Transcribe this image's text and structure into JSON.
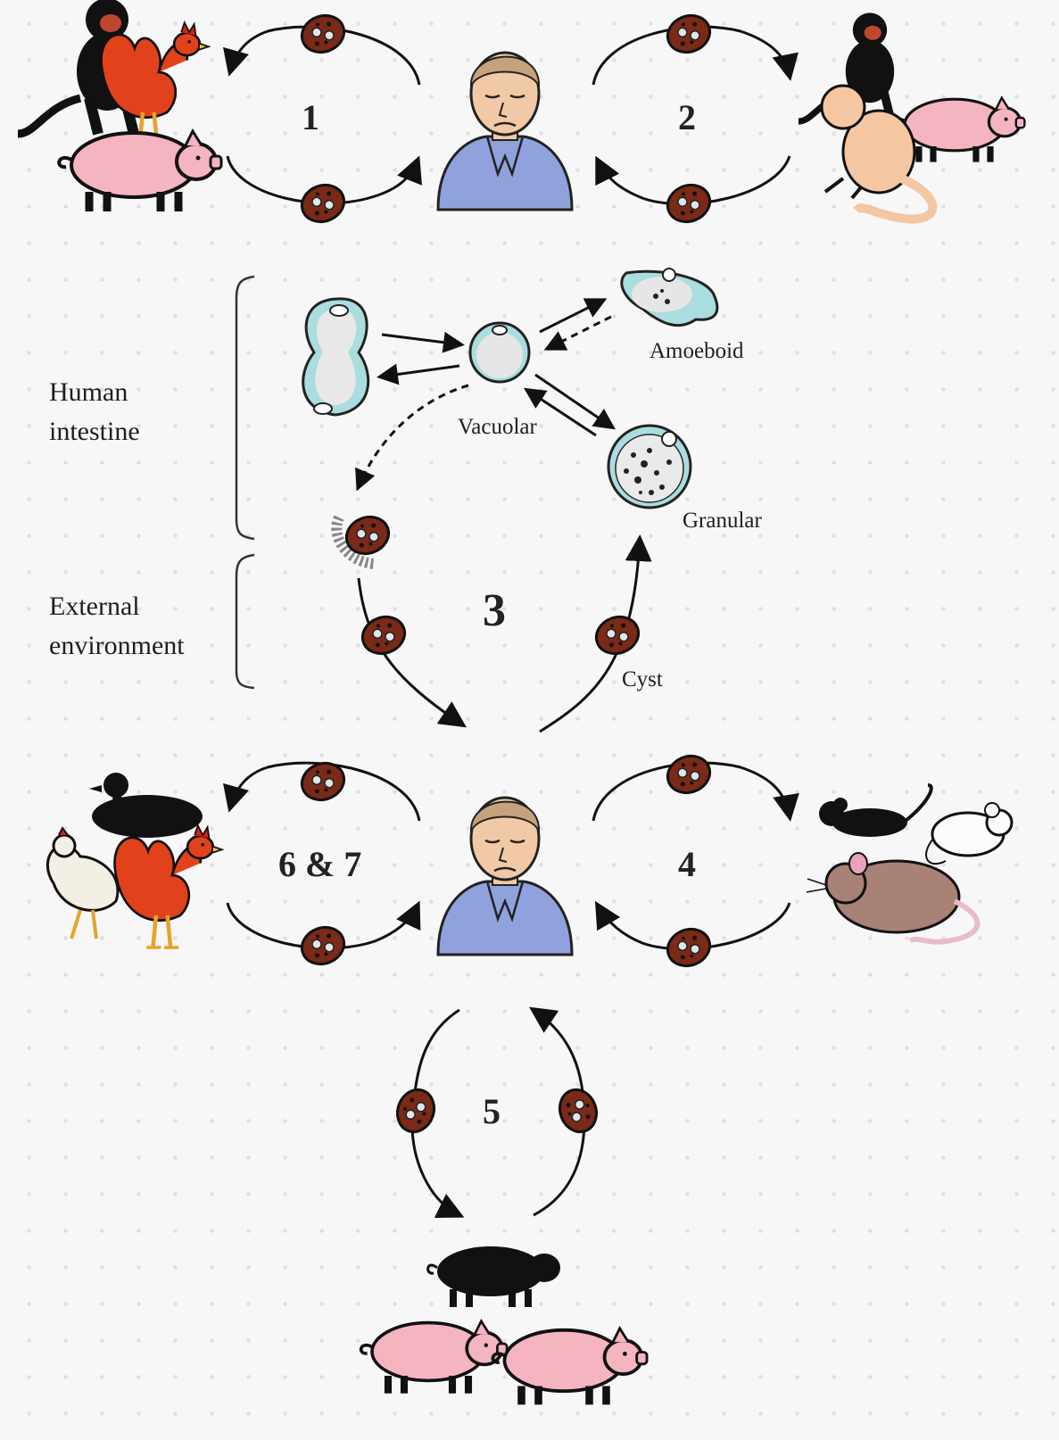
{
  "labels": {
    "cycle1": "1",
    "cycle2": "2",
    "cycle3": "3",
    "cycle4": "4",
    "cycle5": "5",
    "cycle67": "6 & 7",
    "human_intestine_line1": "Human",
    "human_intestine_line2": "intestine",
    "external_line1": "External",
    "external_line2": "environment",
    "amoeboid": "Amoeboid",
    "vacuolar": "Vacuolar",
    "granular": "Granular",
    "cyst": "Cyst"
  },
  "colors": {
    "cyst_fill": "#7a2a16",
    "form_fill": "#a9dde0",
    "arrow": "#111111",
    "shirt": "#8fa2dc",
    "skin": "#f2c9a6",
    "pig": "#f5b5c0",
    "rooster": "#e2421b"
  },
  "icons": [
    "human-icon",
    "cyst-icon",
    "monkey-icon",
    "rooster-icon",
    "pig-icon",
    "duck-icon",
    "hen-icon",
    "rat-icon",
    "mouse-icon"
  ]
}
